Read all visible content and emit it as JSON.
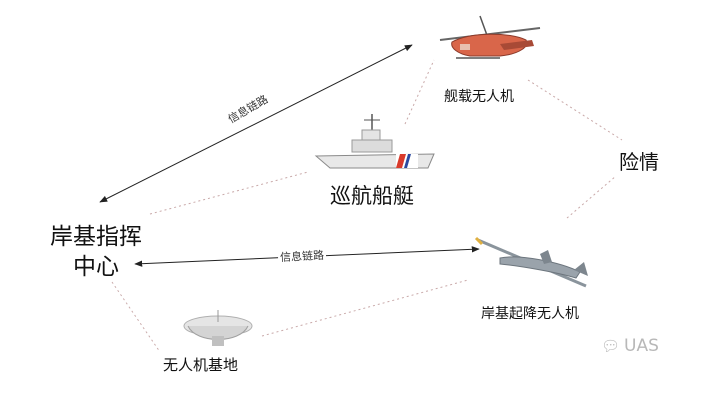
{
  "labels": {
    "command_center_line1": "岸基指挥",
    "command_center_line2": "中心",
    "patrol_boat": "巡航船艇",
    "shipborne_uav": "舰载无人机",
    "danger": "险情",
    "shore_uav": "岸基起降无人机",
    "uav_base": "无人机基地",
    "info_link_1": "信息链路",
    "info_link_2": "信息链路"
  },
  "watermark": {
    "text": "UAS",
    "icon": "chat-bubble-icon"
  },
  "colors": {
    "arrow_line": "#222222",
    "dotted_line": "#c9a9a9",
    "boat_hull": "#e8e8e8",
    "boat_stripe": "#d93a2b",
    "heli_body": "#d9664a",
    "uav_body": "#9aa3ab",
    "dish": "#e5e5e5"
  }
}
